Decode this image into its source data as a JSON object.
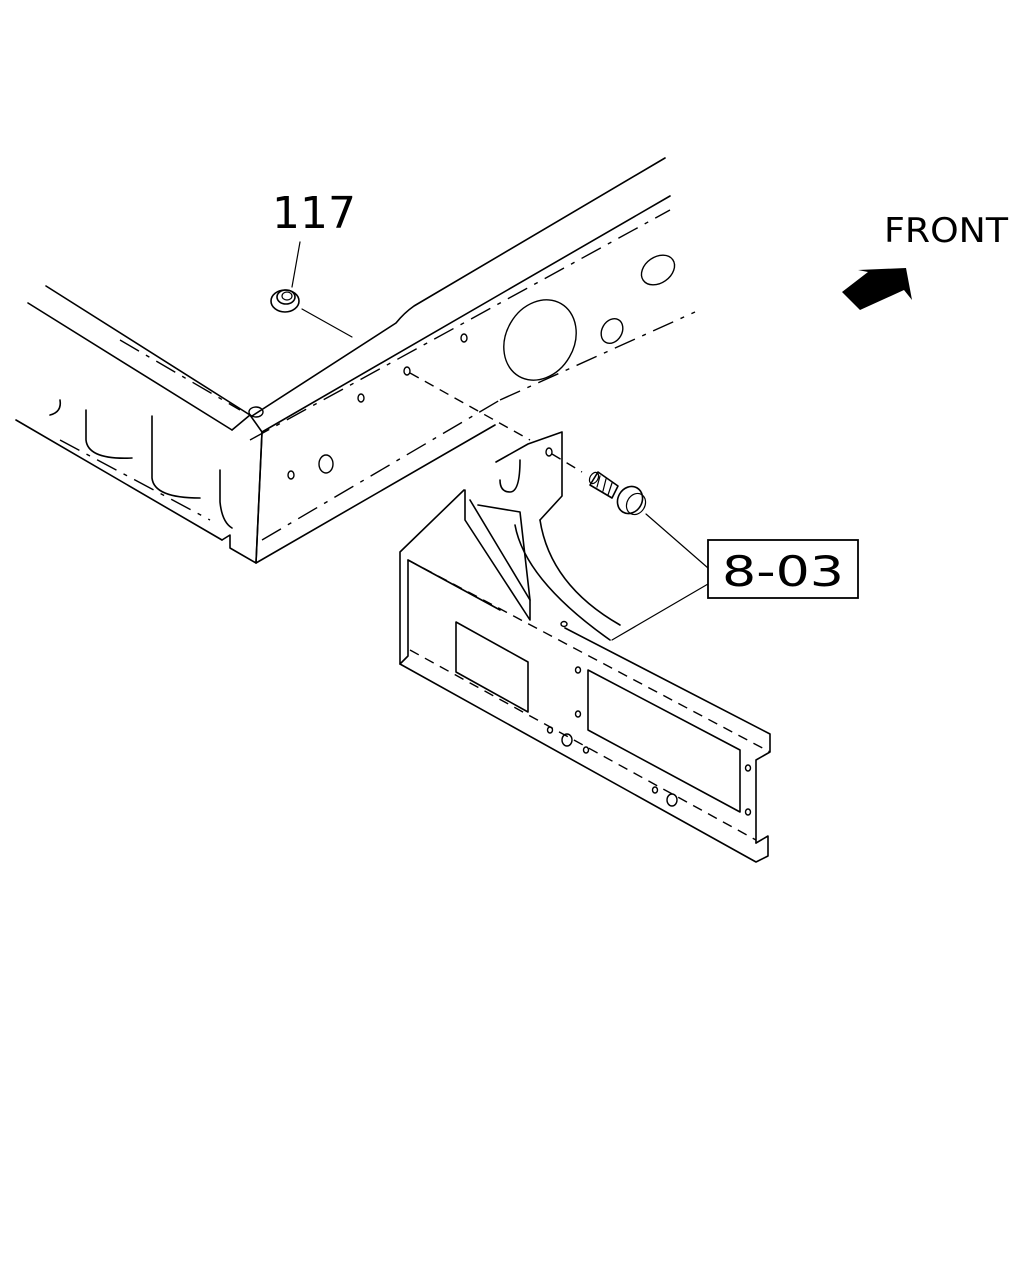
{
  "labels": {
    "part_117": "117",
    "front": "FRONT",
    "reference": "8-03"
  },
  "icons": {
    "direction_arrow": "front-arrow-icon"
  },
  "colors": {
    "line": "#000000",
    "background": "#ffffff"
  }
}
